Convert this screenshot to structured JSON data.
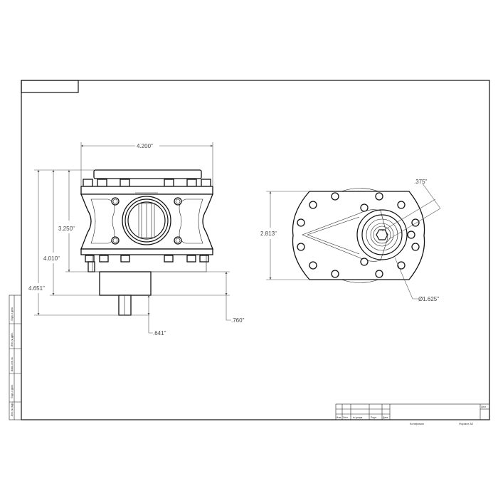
{
  "dimensions": {
    "width": "4.200\"",
    "height_body": "3.250\"",
    "height_mid": "4.010\"",
    "height_total": "4.651\"",
    "base_height": ".760\"",
    "shaft_length": ".641\"",
    "side_height": "2.813\"",
    "offset": ".375\"",
    "diameter": "Ø1.625\""
  },
  "title_block": {
    "columns": [
      "Изм.",
      "Лист",
      "№ докум.",
      "Подп.",
      "Дата"
    ],
    "sheet_label": "Лист",
    "copied": "Копировал",
    "format": "Формат А2"
  },
  "side_strip": [
    "Инв. № подл.",
    "Подп. и дата",
    "Взам. инв. №",
    "Инв. № дубл.",
    "Подп. и дата"
  ]
}
